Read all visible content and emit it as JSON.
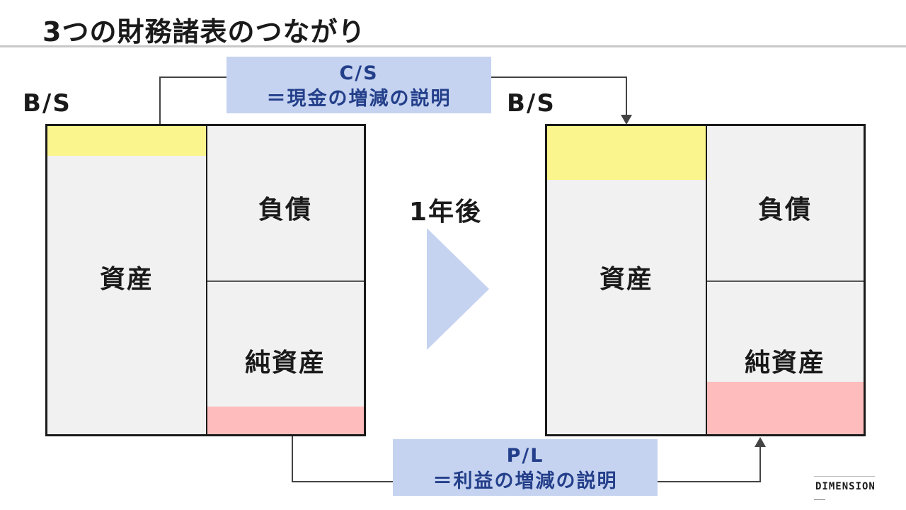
{
  "title": "3つの財務諸表のつながり",
  "left_bs": {
    "label": "B/S",
    "assets": "資産",
    "liabilities": "負債",
    "net_assets": "純資産"
  },
  "right_bs": {
    "label": "B/S",
    "assets": "資産",
    "liabilities": "負債",
    "net_assets": "純資産"
  },
  "transition_label": "1年後",
  "cs_note": {
    "line1": "C/S",
    "line2": "＝現金の増減の説明"
  },
  "pl_note": {
    "line1": "P/L",
    "line2": "＝利益の増減の説明"
  },
  "brand": "DIMENSION",
  "colors": {
    "cash_highlight": "#faf58c",
    "profit_highlight": "#ffbcbc",
    "note_background": "#c5d3f0",
    "note_text": "#243f8a",
    "arrow": "#c5d3f0"
  }
}
